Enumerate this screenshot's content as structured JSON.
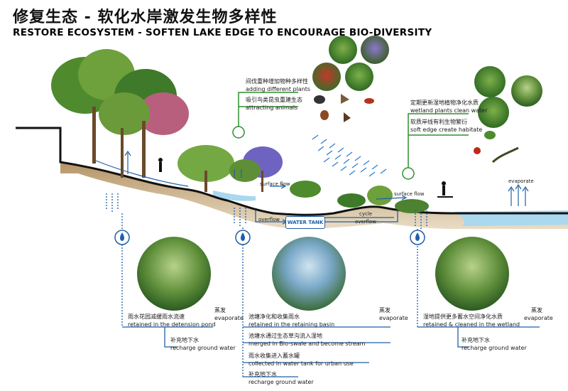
{
  "title": {
    "cn": "修复生态 - 软化水岸激发生物多样性",
    "en": "RESTORE ECOSYSTEM - SOFTEN LAKE EDGE TO ENCOURAGE BIO-DIVERSITY"
  },
  "annotations": {
    "plants_cn": "间伐重种增加物种多样性",
    "plants_en": "adding different plants",
    "animals_cn": "吸引鸟类昆虫重建生态",
    "animals_en": "attracting animals",
    "wetland_cn": "定期更新湿地植物净化水质",
    "wetland_en": "wetland plants clean water",
    "habitat_cn": "软质岸线有利生物繁衍",
    "habitat_en": "soft edge create habitate"
  },
  "flow": {
    "surface_flow_1": "surface flow",
    "surface_flow_2": "surface flow",
    "overflow_1": "overflow",
    "overflow_2": "overflow",
    "cycle": "cycle",
    "water_tank": "WATER TANK",
    "evaporate_top": "evaporate"
  },
  "columns": [
    {
      "retained_cn": "雨水花园减缓雨水流速",
      "retained_en": "retained in the detension pond",
      "evap_cn": "蒸发",
      "evap_en": "evaporate",
      "recharge_cn": "补充地下水",
      "recharge_en": "recharge ground water"
    },
    {
      "retained_cn": "池塘净化和收集雨水",
      "retained_en": "retained in the retaining basin",
      "evap_cn": "蒸发",
      "evap_en": "evaporate",
      "merged_cn": "池塘水通过生态草沟流入湿地",
      "merged_en": "merged in Bio-swale and become stream",
      "collected_cn": "雨水收集进入蓄水罐",
      "collected_en": "collected in water tank for urban use",
      "recharge_cn": "补充地下水",
      "recharge_en": "recharge ground water"
    },
    {
      "retained_cn": "湿地提供更多蓄水空间净化水质",
      "retained_en": "retained & cleaned in the wetland",
      "evap_cn": "蒸发",
      "evap_en": "evaporate",
      "recharge_cn": "补充地下水",
      "recharge_en": "recharge ground water"
    }
  ],
  "colors": {
    "water_blue": "#1f5fa8",
    "line_green": "#2f8f2f",
    "lake": "#9fd3ec"
  }
}
